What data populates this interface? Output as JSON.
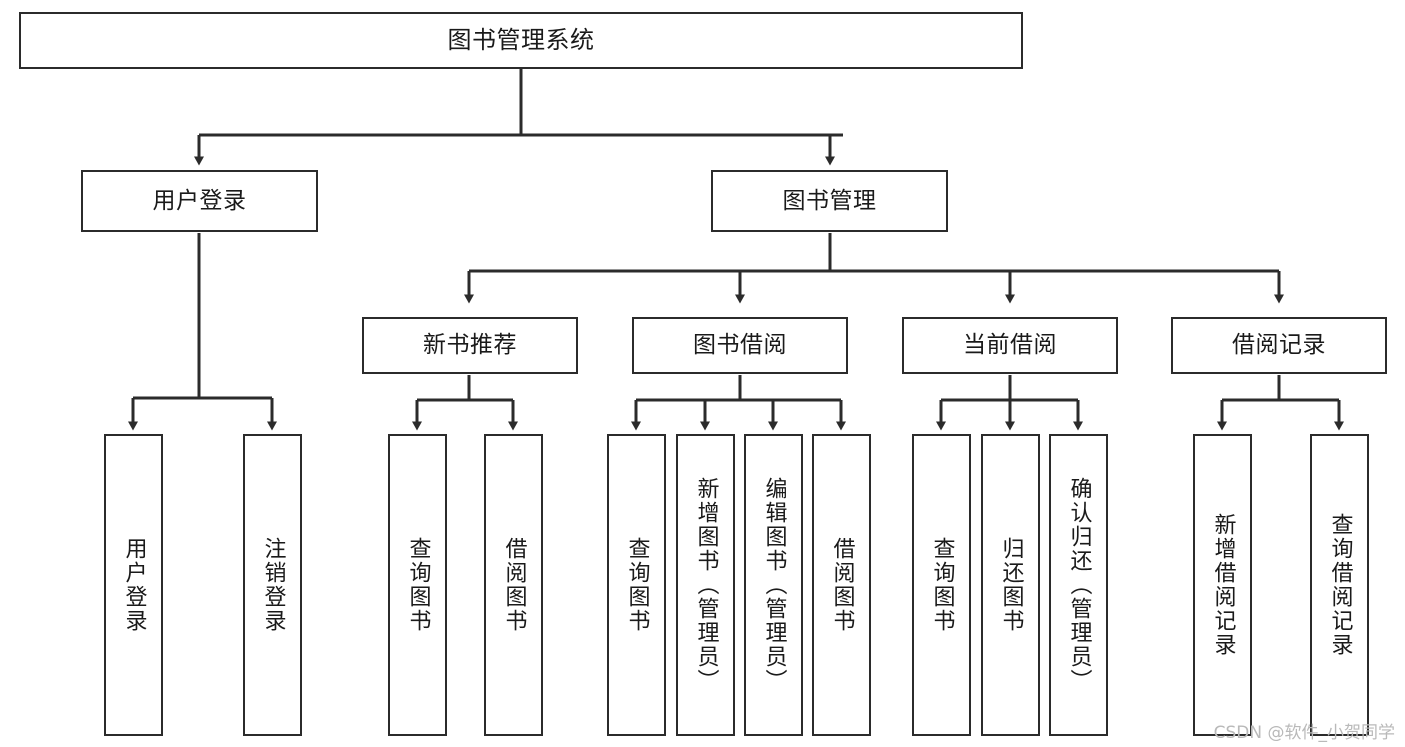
{
  "diagram": {
    "title": "图书管理系统",
    "type": "tree-hierarchy-chart",
    "line_color": "#2b2b2b",
    "box_fill": "#ffffff",
    "text_color": "#1a1a1a"
  },
  "root": {
    "label": "图书管理系统"
  },
  "level2": [
    {
      "label": "用户登录"
    },
    {
      "label": "图书管理"
    }
  ],
  "level3": [
    {
      "label": "新书推荐"
    },
    {
      "label": "图书借阅"
    },
    {
      "label": "当前借阅"
    },
    {
      "label": "借阅记录"
    }
  ],
  "leaves": {
    "user_login": [
      {
        "label": "用户登录"
      },
      {
        "label": "注销登录"
      }
    ],
    "new_book_rec": [
      {
        "label": "查询图书"
      },
      {
        "label": "借阅图书"
      }
    ],
    "book_borrow": [
      {
        "label": "查询图书"
      },
      {
        "label": "新增图书（管理员）"
      },
      {
        "label": "编辑图书（管理员）"
      },
      {
        "label": "借阅图书"
      }
    ],
    "current_borrow": [
      {
        "label": "查询图书"
      },
      {
        "label": "归还图书"
      },
      {
        "label": "确认归还（管理员）"
      }
    ],
    "borrow_record": [
      {
        "label": "新增借阅记录"
      },
      {
        "label": "查询借阅记录"
      }
    ]
  },
  "watermark": {
    "text": "CSDN @软件_小贺同学"
  }
}
